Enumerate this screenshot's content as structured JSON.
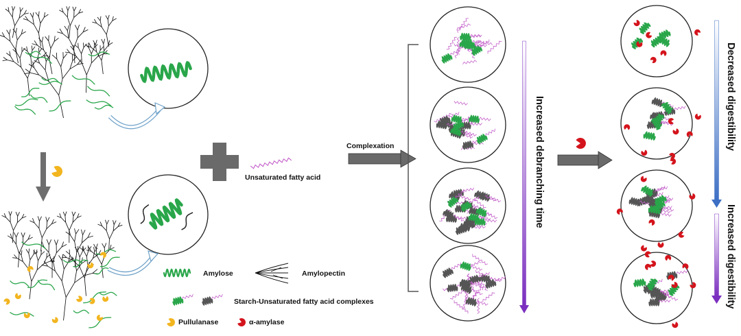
{
  "labels": {
    "unsaturated_fatty_acid": "Unsaturated fatty acid",
    "complexation": "Complexation",
    "increased_debranching_time": "Increased debranching time",
    "decreased_digestibility": "Decreased digestibility",
    "increased_digestibility": "Increased digestibility"
  },
  "legend": {
    "amylose": "Amylose",
    "amylopectin": "Amylopectin",
    "complexes": "Starch-Unsaturated fatty acid complexes",
    "pullulanase": "Pullulanase",
    "alpha_amylase": "α-amylase"
  },
  "colors": {
    "amylose": "#2aa64a",
    "fatty_acid": "#c35fc9",
    "complex_helix": "#555555",
    "pullulanase": "#f2b51f",
    "alpha_amylase": "#d4141c",
    "process_arrow": "#6a6a6a",
    "debranching_arrow": "#8a3fc2",
    "decreased_arrow": "#4a78c8",
    "increased_arrow": "#8a3fc2"
  }
}
